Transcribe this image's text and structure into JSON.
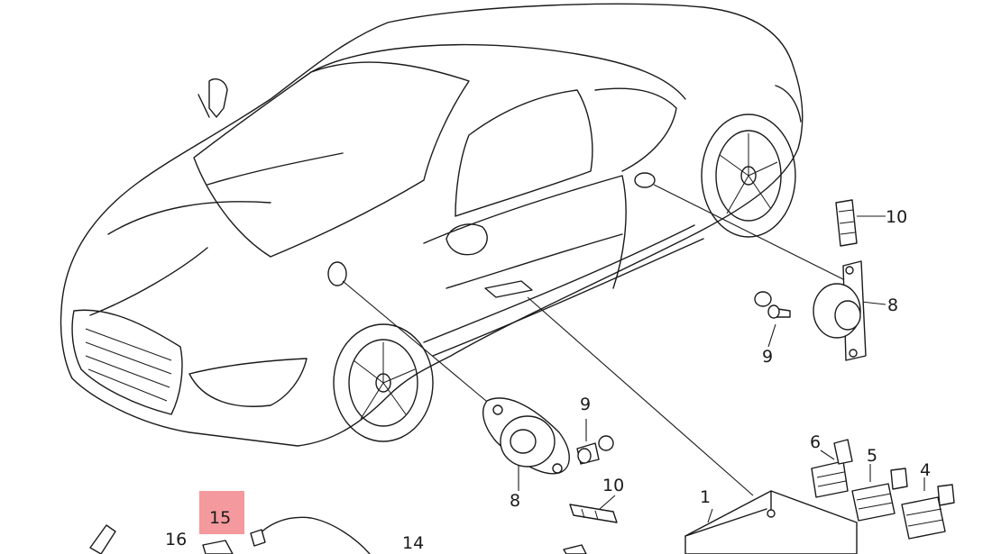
{
  "colors": {
    "line": "#1a1a1a",
    "highlight": "#f2878c",
    "background": "#ffffff"
  },
  "callouts": {
    "c10a": "10",
    "c8a": "8",
    "c9a": "9",
    "c9b": "9",
    "c8b": "8",
    "c10b": "10",
    "c1": "1",
    "c6": "6",
    "c5": "5",
    "c4": "4",
    "c15": "15",
    "c16": "16",
    "c14": "14"
  },
  "highlighted_part": "15"
}
